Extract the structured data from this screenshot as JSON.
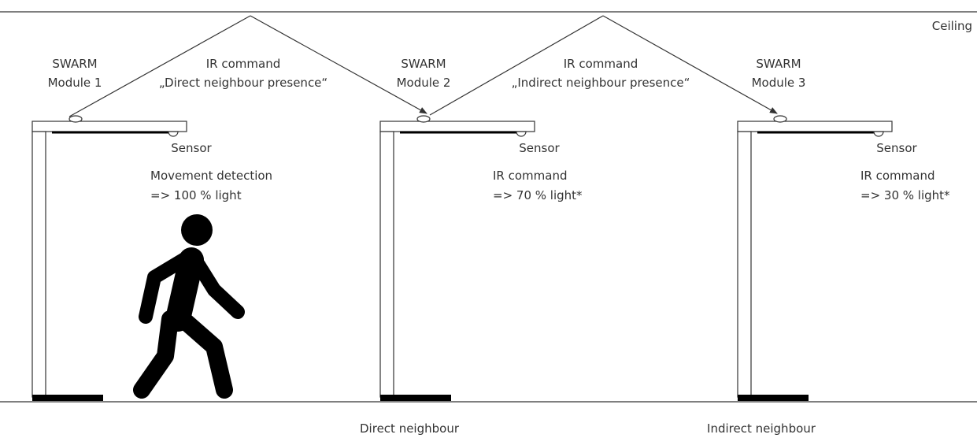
{
  "ceiling_label": "Ceiling",
  "modules": [
    {
      "name_line1": "SWARM",
      "name_line2": "Module 1",
      "sensor_label": "Sensor",
      "trigger": "Movement detection",
      "result": "=> 100 % light",
      "neighbour_label": ""
    },
    {
      "name_line1": "SWARM",
      "name_line2": "Module 2",
      "sensor_label": "Sensor",
      "trigger": "IR command",
      "result": "=> 70 % light*",
      "neighbour_label": "Direct neighbour"
    },
    {
      "name_line1": "SWARM",
      "name_line2": "Module 3",
      "sensor_label": "Sensor",
      "trigger": "IR command",
      "result": "=> 30 % light*",
      "neighbour_label": "Indirect neighbour"
    }
  ],
  "ir_commands": [
    {
      "line1": "IR command",
      "line2": "„Direct neighbour presence“"
    },
    {
      "line1": "IR command",
      "line2": "„Indirect neighbour presence“"
    }
  ],
  "colors": {
    "line": "#333333",
    "fill": "#000000",
    "background": "#ffffff"
  },
  "icons": {
    "person": "walking-person-icon",
    "lamp": "floor-lamp-icon",
    "sensor": "sensor-icon"
  }
}
